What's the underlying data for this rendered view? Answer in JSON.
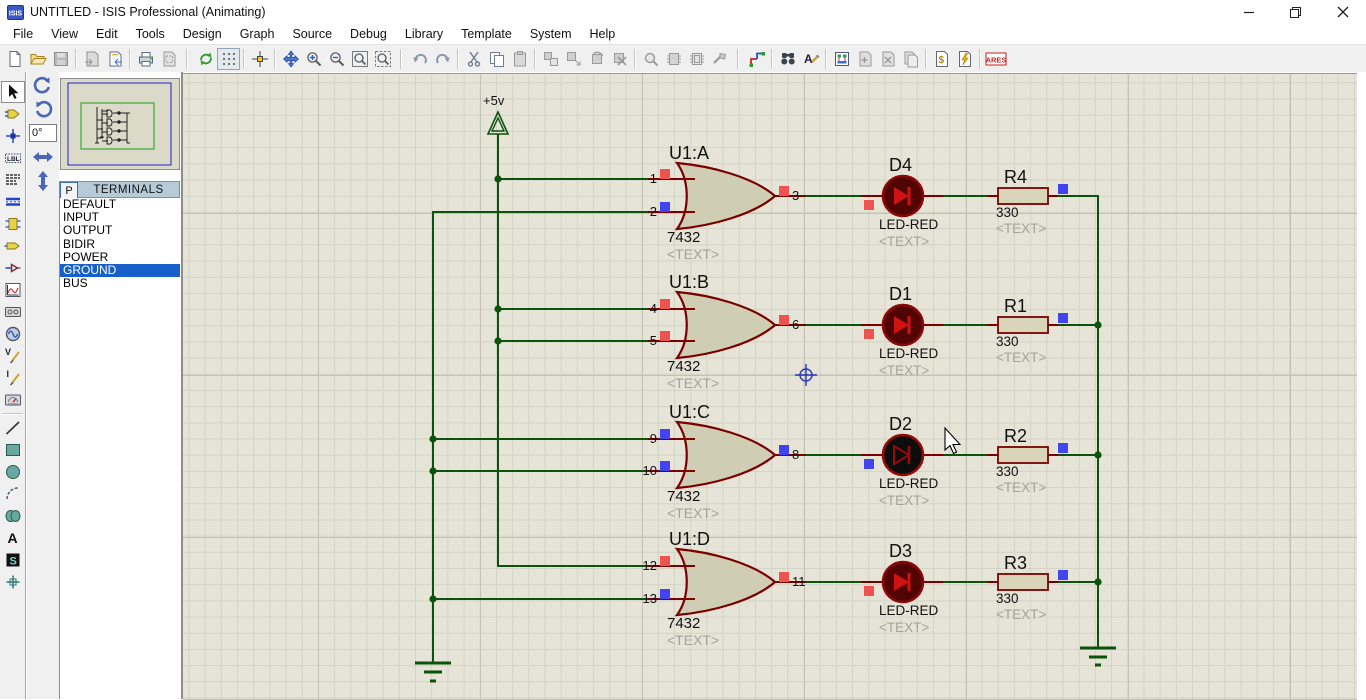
{
  "window": {
    "title": "UNTITLED - ISIS Professional (Animating)",
    "app_icon": "ISIS"
  },
  "menu": {
    "items": [
      "File",
      "View",
      "Edit",
      "Tools",
      "Design",
      "Graph",
      "Source",
      "Debug",
      "Library",
      "Template",
      "System",
      "Help"
    ]
  },
  "toolbar": {
    "buttons": [
      "new-design",
      "open-design",
      "save-design",
      "import-section",
      "export-section",
      "print",
      "mark-output-area",
      "redraw",
      "toggle-grid",
      "origin",
      "pan",
      "zoom-in",
      "zoom-out",
      "zoom-all",
      "zoom-area",
      "undo",
      "redo",
      "cut",
      "copy",
      "paste",
      "block-copy",
      "block-move",
      "block-rotate",
      "block-delete",
      "pick-parts",
      "make-device",
      "packaging-tool",
      "decompose",
      "wire-autorouter",
      "search-tag",
      "property-assignment",
      "design-explorer",
      "new-sheet",
      "remove-sheet",
      "goto-sheet",
      "bill-of-materials",
      "electrical-rules-check",
      "netlist-to-ares"
    ],
    "grid_pressed": true,
    "ares_label": "ARES"
  },
  "palette": {
    "tools": [
      "selection",
      "component",
      "junction-dot",
      "wire-label",
      "text-script",
      "buses",
      "subcircuit",
      "terminals",
      "device-pins",
      "graphs",
      "tape-recorder",
      "generators",
      "voltage-probe",
      "current-probe",
      "virtual-instruments",
      "2d-line",
      "2d-box",
      "2d-circle",
      "2d-arc",
      "2d-path",
      "2d-text",
      "2d-symbols",
      "2d-markers"
    ],
    "active_tool": "selection"
  },
  "rotate_controls": {
    "angle": "0°"
  },
  "object_selector": {
    "pick_button": "P",
    "title": "TERMINALS",
    "items": [
      {
        "label": "DEFAULT",
        "selected": false
      },
      {
        "label": "INPUT",
        "selected": false
      },
      {
        "label": "OUTPUT",
        "selected": false
      },
      {
        "label": "BIDIR",
        "selected": false
      },
      {
        "label": "POWER",
        "selected": false
      },
      {
        "label": "GROUND",
        "selected": true
      },
      {
        "label": "BUS",
        "selected": false
      }
    ]
  },
  "schematic": {
    "power": {
      "label": "+5v"
    },
    "gates": [
      {
        "name": "U1:A",
        "part": "7432",
        "placeholder": "<TEXT>",
        "pin_in1": "1",
        "pin_in2": "2",
        "pin_out": "3",
        "state_in1": "high",
        "state_in2": "low",
        "state_out": "high"
      },
      {
        "name": "U1:B",
        "part": "7432",
        "placeholder": "<TEXT>",
        "pin_in1": "4",
        "pin_in2": "5",
        "pin_out": "6",
        "state_in1": "high",
        "state_in2": "high",
        "state_out": "high"
      },
      {
        "name": "U1:C",
        "part": "7432",
        "placeholder": "<TEXT>",
        "pin_in1": "9",
        "pin_in2": "10",
        "pin_out": "8",
        "state_in1": "low",
        "state_in2": "low",
        "state_out": "low"
      },
      {
        "name": "U1:D",
        "part": "7432",
        "placeholder": "<TEXT>",
        "pin_in1": "12",
        "pin_in2": "13",
        "pin_out": "11",
        "state_in1": "high",
        "state_in2": "low",
        "state_out": "high"
      }
    ],
    "leds": [
      {
        "ref": "D4",
        "model": "LED-RED",
        "placeholder": "<TEXT>",
        "lit": true,
        "input_state": "high"
      },
      {
        "ref": "D1",
        "model": "LED-RED",
        "placeholder": "<TEXT>",
        "lit": true,
        "input_state": "high"
      },
      {
        "ref": "D2",
        "model": "LED-RED",
        "placeholder": "<TEXT>",
        "lit": false,
        "input_state": "low"
      },
      {
        "ref": "D3",
        "model": "LED-RED",
        "placeholder": "<TEXT>",
        "lit": true,
        "input_state": "high"
      }
    ],
    "resistors": [
      {
        "ref": "R4",
        "value": "330",
        "placeholder": "<TEXT>",
        "right_state": "low"
      },
      {
        "ref": "R1",
        "value": "330",
        "placeholder": "<TEXT>",
        "right_state": "low"
      },
      {
        "ref": "R2",
        "value": "330",
        "placeholder": "<TEXT>",
        "right_state": "low"
      },
      {
        "ref": "R3",
        "value": "330",
        "placeholder": "<TEXT>",
        "right_state": "low"
      }
    ],
    "colors": {
      "wire": "#0b520b",
      "pin": "#7a0000",
      "gate_fill": "#cfceb4",
      "state_high": "#ef5350",
      "state_low": "#4245ef",
      "canvas_bg": "#e5e4d7",
      "selection": "#1660c8"
    }
  }
}
